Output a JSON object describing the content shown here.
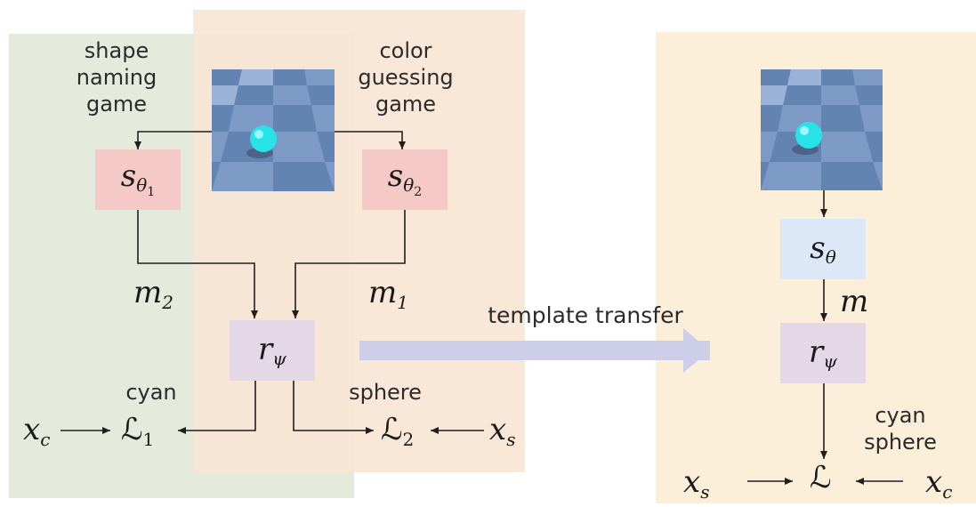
{
  "left": {
    "shape_game_label": [
      "shape",
      "naming",
      "game"
    ],
    "color_game_label": [
      "color",
      "guessing",
      "game"
    ],
    "speaker1": {
      "base": "s",
      "sub": "θ",
      "subsub": "1"
    },
    "speaker2": {
      "base": "s",
      "sub": "θ",
      "subsub": "2"
    },
    "message1": {
      "base": "m",
      "sub": "1"
    },
    "message2": {
      "base": "m",
      "sub": "2"
    },
    "listener": {
      "base": "r",
      "sub": "ψ"
    },
    "loss1": {
      "base": "ℒ",
      "sub": "1"
    },
    "loss2": {
      "base": "ℒ",
      "sub": "2"
    },
    "target_c": {
      "base": "x",
      "sub": "c"
    },
    "target_s": {
      "base": "x",
      "sub": "s"
    },
    "word_cyan": "cyan",
    "word_sphere": "sphere"
  },
  "transfer_label": "template transfer",
  "right": {
    "speaker": {
      "base": "s",
      "sub": "θ"
    },
    "message": "m",
    "listener": {
      "base": "r",
      "sub": "ψ"
    },
    "loss": "ℒ",
    "target_s": {
      "base": "x",
      "sub": "s"
    },
    "target_c": {
      "base": "x",
      "sub": "c"
    },
    "caption": [
      "cyan",
      "sphere"
    ]
  },
  "colors": {
    "green_panel": "#e4ebdd",
    "orange_panel": "#f8e5d4",
    "yellow_panel": "#fcefd9",
    "speaker_box": "#f5c9c6",
    "listener_box": "#e3d7e8",
    "speaker_box_right": "#dce8f7",
    "arrow_transfer": "#cdcee8",
    "scene_tile_dark": "#6384b3",
    "scene_tile_light": "#8aa6cf",
    "ball": "#2ee6ea"
  }
}
